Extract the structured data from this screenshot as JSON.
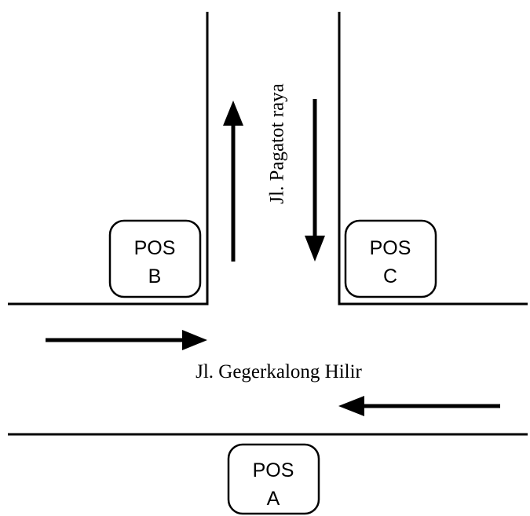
{
  "streets": {
    "horizontal": "Jl. Gegerkalong Hilir",
    "vertical": "Jl. Pagatot raya"
  },
  "posts": [
    {
      "line1": "POS",
      "line2": "A"
    },
    {
      "line1": "POS",
      "line2": "B"
    },
    {
      "line1": "POS",
      "line2": "C"
    }
  ],
  "colors": {
    "line": "#000000",
    "background": "#ffffff"
  }
}
